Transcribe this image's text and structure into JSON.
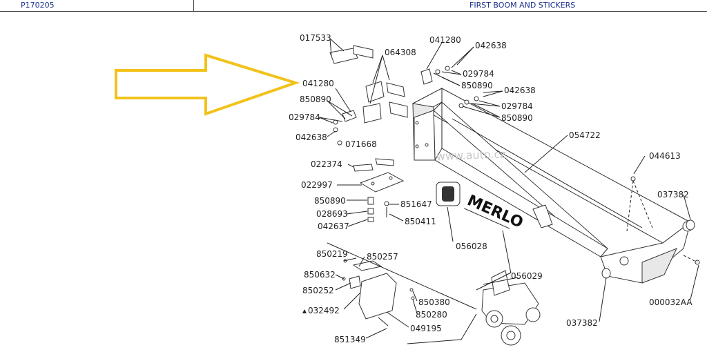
{
  "header": {
    "code": "P170205",
    "title": "FIRST BOOM AND STICKERS"
  },
  "watermark": "www.auto.cz",
  "brand_sticker": "MERLO",
  "arrow_color": "#f2c21b",
  "labels": {
    "l017533": "017533",
    "l064308": "064308",
    "l041280a": "041280",
    "l042638a": "042638",
    "l029784a": "029784",
    "l850890a": "850890",
    "l042638b": "042638",
    "l029784b": "029784",
    "l850890b": "850890",
    "l041280b": "041280",
    "l850890c": "850890",
    "l029784c": "029784",
    "l042638c": "042638",
    "l071668": "071668",
    "l054722": "054722",
    "l044613": "044613",
    "l037382a": "037382",
    "l022374": "022374",
    "l022997": "022997",
    "l850890d": "850890",
    "l851647": "851647",
    "l028693": "028693",
    "l850411": "850411",
    "l042637": "042637",
    "l056028": "056028",
    "l056029": "056029",
    "l850219": "850219",
    "l850257": "850257",
    "l850632": "850632",
    "l850252": "850252",
    "l850380": "850380",
    "l850280": "850280",
    "l032492": "032492",
    "l049195": "049195",
    "l851349": "851349",
    "l000032AA": "000032AA",
    "l037382b": "037382"
  }
}
